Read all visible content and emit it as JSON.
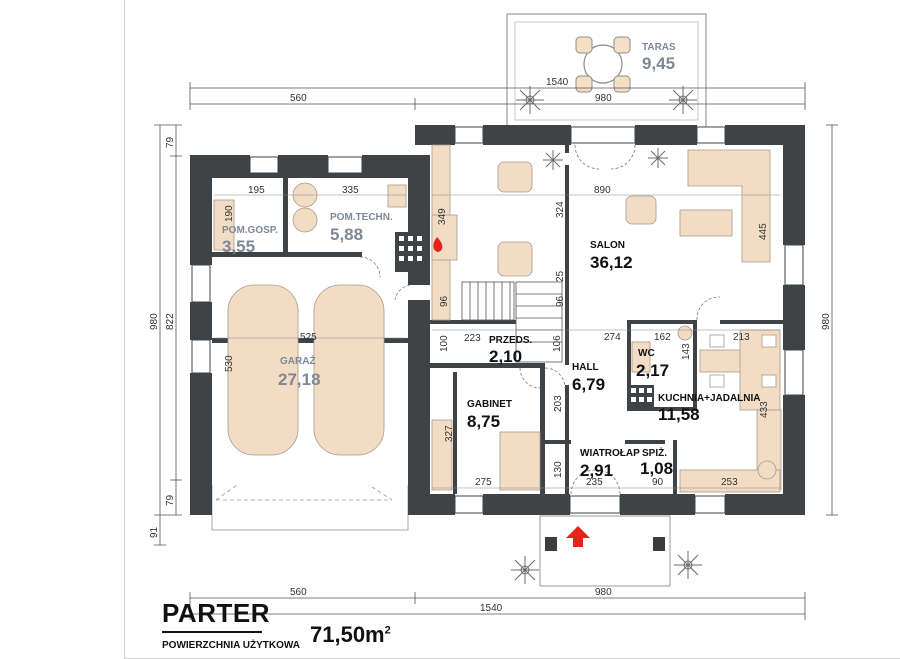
{
  "plan": {
    "title": "PARTER",
    "subtitle": "POWIERZCHNIA UŻYTKOWA",
    "total_area": "71,50m",
    "total_area_unit_exp": "2"
  },
  "rooms": {
    "taras": {
      "name": "TARAS",
      "area": "9,45"
    },
    "pom_gosp": {
      "name": "POM.GOSP.",
      "area": "3,55"
    },
    "pom_techn": {
      "name": "POM.TECHN.",
      "area": "5,88"
    },
    "salon": {
      "name": "SALON",
      "area": "36,12"
    },
    "garaz": {
      "name": "GARAŻ",
      "area": "27,18"
    },
    "przeds": {
      "name": "PRZEDS.",
      "area": "2,10"
    },
    "hall": {
      "name": "HALL",
      "area": "6,79"
    },
    "wc": {
      "name": "WC",
      "area": "2,17"
    },
    "kuchnia": {
      "name": "KUCHNIA+JADALNIA",
      "area": "11,58"
    },
    "gabinet": {
      "name": "GABINET",
      "area": "8,75"
    },
    "wiatrolap": {
      "name": "WIATROŁAP",
      "area": "2,91"
    },
    "spiz": {
      "name": "SPIŻ.",
      "area": "1,08"
    }
  },
  "dimensions": {
    "top_1540": "1540",
    "top_560": "560",
    "top_980": "980",
    "bottom_560": "560",
    "bottom_980": "980",
    "bottom_1540": "1540",
    "left_79_top": "79",
    "left_980": "980",
    "left_822": "822",
    "left_79_bottom": "79",
    "left_91": "91",
    "right_980": "980",
    "d195": "195",
    "d335": "335",
    "d890": "890",
    "d190": "190",
    "d349": "349",
    "d324": "324",
    "d445": "445",
    "d525": "525",
    "d530": "530",
    "d25": "25",
    "d96a": "96",
    "d96b": "96",
    "d223": "223",
    "d100": "100",
    "d106": "106",
    "d274": "274",
    "d162": "162",
    "d213": "213",
    "d143": "143",
    "d203": "203",
    "d433": "433",
    "d327": "327",
    "d130": "130",
    "d275": "275",
    "d235": "235",
    "d90": "90",
    "d253": "253"
  }
}
